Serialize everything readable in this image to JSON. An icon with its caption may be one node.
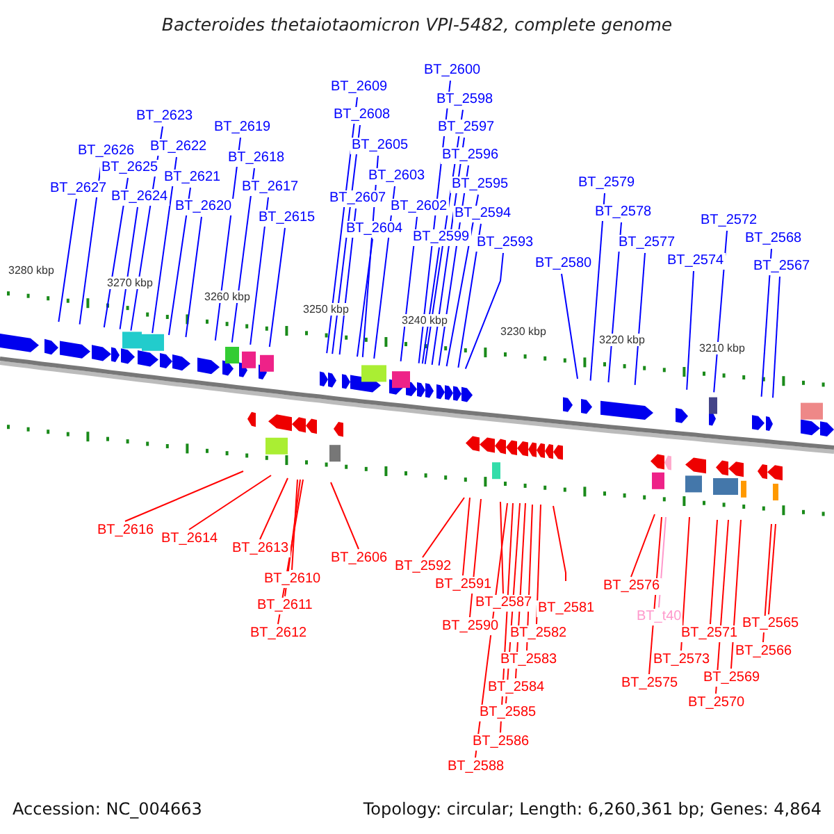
{
  "diagram": {
    "title": "Bacteroides thetaiotaomicron VPI-5482, complete genome",
    "nodes": [
      {
        "text": [
          "BT_2627"
        ]
      },
      {
        "text": [
          "BT_2626"
        ]
      },
      {
        "text": [
          "BT_2625"
        ]
      },
      {
        "text": [
          "BT_2624"
        ]
      },
      {
        "text": [
          "BT_2623"
        ]
      },
      {
        "text": [
          "BT_2622"
        ]
      },
      {
        "text": [
          "BT_2621"
        ]
      },
      {
        "text": [
          "BT_2620"
        ]
      },
      {
        "text": [
          "BT_2619"
        ]
      },
      {
        "text": [
          "BT_2618"
        ]
      },
      {
        "text": [
          "BT_2617"
        ]
      },
      {
        "text": [
          "BT_2615"
        ]
      },
      {
        "text": [
          "BT_2609"
        ]
      },
      {
        "text": [
          "BT_2608"
        ]
      },
      {
        "text": [
          "BT_2605"
        ]
      },
      {
        "text": [
          "BT_2607"
        ]
      },
      {
        "text": [
          "BT_2604"
        ]
      },
      {
        "text": [
          "BT_2603"
        ]
      },
      {
        "text": [
          "BT_2602"
        ]
      },
      {
        "text": [
          "BT_2600"
        ]
      },
      {
        "text": [
          "BT_2598"
        ]
      },
      {
        "text": [
          "BT_2597"
        ]
      },
      {
        "text": [
          "BT_2596"
        ]
      },
      {
        "text": [
          "BT_2595"
        ]
      },
      {
        "text": [
          "BT_2594"
        ]
      },
      {
        "text": [
          "BT_2599"
        ]
      },
      {
        "text": [
          "BT_2593"
        ]
      },
      {
        "text": [
          "BT_2580"
        ]
      },
      {
        "text": [
          "BT_2579"
        ]
      },
      {
        "text": [
          "BT_2578"
        ]
      },
      {
        "text": [
          "BT_2577"
        ]
      },
      {
        "text": [
          "BT_2574"
        ]
      },
      {
        "text": [
          "BT_2572"
        ]
      },
      {
        "text": [
          "BT_2568"
        ]
      },
      {
        "text": [
          "BT_2567"
        ]
      },
      {
        "text": [
          "BT_2616"
        ]
      },
      {
        "text": [
          "BT_2614"
        ]
      },
      {
        "text": [
          "BT_2613"
        ]
      },
      {
        "text": [
          "BT_2610"
        ]
      },
      {
        "text": [
          "BT_2611"
        ]
      },
      {
        "text": [
          "BT_2612"
        ]
      },
      {
        "text": [
          "BT_2606"
        ]
      },
      {
        "text": [
          "BT_2592"
        ]
      },
      {
        "text": [
          "BT_2591"
        ]
      },
      {
        "text": [
          "BT_2590"
        ]
      },
      {
        "text": [
          "BT_2587"
        ]
      },
      {
        "text": [
          "BT_2581"
        ]
      },
      {
        "text": [
          "BT_2582"
        ]
      },
      {
        "text": [
          "BT_2583"
        ]
      },
      {
        "text": [
          "BT_2584"
        ]
      },
      {
        "text": [
          "BT_2585"
        ]
      },
      {
        "text": [
          "BT_2586"
        ]
      },
      {
        "text": [
          "BT_2588"
        ]
      },
      {
        "text": [
          "BT_2576"
        ]
      },
      {
        "text": [
          "BT_t40"
        ]
      },
      {
        "text": [
          "BT_2575"
        ]
      },
      {
        "text": [
          "BT_2573"
        ]
      },
      {
        "text": [
          "BT_2571"
        ]
      },
      {
        "text": [
          "BT_2570"
        ]
      },
      {
        "text": [
          "BT_2569"
        ]
      },
      {
        "text": [
          "BT_2566"
        ]
      },
      {
        "text": [
          "BT_2565"
        ]
      }
    ],
    "edges": [
      {
        "from": 0,
        "to": null,
        "arrow": "none"
      },
      {
        "from": 1,
        "to": null,
        "arrow": "none"
      },
      {
        "from": 2,
        "to": null,
        "arrow": "none"
      },
      {
        "from": 3,
        "to": null,
        "arrow": "none"
      },
      {
        "from": 4,
        "to": null,
        "arrow": "none"
      },
      {
        "from": 5,
        "to": null,
        "arrow": "none"
      },
      {
        "from": 6,
        "to": null,
        "arrow": "none"
      },
      {
        "from": 7,
        "to": null,
        "arrow": "none"
      },
      {
        "from": 8,
        "to": null,
        "arrow": "none"
      },
      {
        "from": 9,
        "to": null,
        "arrow": "none"
      },
      {
        "from": 10,
        "to": null,
        "arrow": "none"
      },
      {
        "from": 11,
        "to": null,
        "arrow": "none"
      },
      {
        "from": 12,
        "to": null,
        "arrow": "none"
      },
      {
        "from": 13,
        "to": null,
        "arrow": "none"
      },
      {
        "from": 14,
        "to": null,
        "arrow": "none"
      },
      {
        "from": 15,
        "to": null,
        "arrow": "none"
      },
      {
        "from": 16,
        "to": null,
        "arrow": "none"
      },
      {
        "from": 17,
        "to": null,
        "arrow": "none"
      },
      {
        "from": 18,
        "to": null,
        "arrow": "none"
      },
      {
        "from": 19,
        "to": null,
        "arrow": "none"
      },
      {
        "from": 20,
        "to": null,
        "arrow": "none"
      },
      {
        "from": 21,
        "to": null,
        "arrow": "none"
      },
      {
        "from": 22,
        "to": null,
        "arrow": "none"
      },
      {
        "from": 23,
        "to": null,
        "arrow": "none"
      },
      {
        "from": 24,
        "to": null,
        "arrow": "none"
      },
      {
        "from": 25,
        "to": null,
        "arrow": "none"
      },
      {
        "from": 26,
        "to": null,
        "arrow": "none"
      },
      {
        "from": 27,
        "to": null,
        "arrow": "none"
      },
      {
        "from": 28,
        "to": null,
        "arrow": "none"
      },
      {
        "from": 29,
        "to": null,
        "arrow": "none"
      },
      {
        "from": 30,
        "to": null,
        "arrow": "none"
      },
      {
        "from": 31,
        "to": null,
        "arrow": "none"
      },
      {
        "from": 32,
        "to": null,
        "arrow": "none"
      },
      {
        "from": 33,
        "to": null,
        "arrow": "none"
      },
      {
        "from": 34,
        "to": null,
        "arrow": "none"
      },
      {
        "from": 35,
        "to": null,
        "arrow": "none",
        "color": "#ff0000"
      },
      {
        "from": 36,
        "to": null,
        "arrow": "none",
        "color": "#ff0000"
      },
      {
        "from": 37,
        "to": null,
        "arrow": "none",
        "color": "#ff0000"
      },
      {
        "from": 38,
        "to": null,
        "arrow": "none",
        "color": "#ff0000"
      },
      {
        "from": 39,
        "to": null,
        "arrow": "none",
        "color": "#ff0000"
      },
      {
        "from": 40,
        "to": null,
        "arrow": "none",
        "color": "#ff0000"
      },
      {
        "from": 41,
        "to": null,
        "arrow": "none",
        "color": "#ff0000"
      },
      {
        "from": 42,
        "to": null,
        "arrow": "none",
        "color": "#ff0000"
      },
      {
        "from": 43,
        "to": null,
        "arrow": "none",
        "color": "#ff0000"
      },
      {
        "from": 44,
        "to": null,
        "arrow": "none",
        "color": "#ff0000"
      },
      {
        "from": 45,
        "to": null,
        "arrow": "none",
        "color": "#ff0000"
      },
      {
        "from": 46,
        "to": null,
        "arrow": "none",
        "color": "#ff0000"
      },
      {
        "from": 47,
        "to": null,
        "arrow": "none",
        "color": "#ff0000"
      },
      {
        "from": 48,
        "to": null,
        "arrow": "none",
        "color": "#ff0000"
      },
      {
        "from": 49,
        "to": null,
        "arrow": "none",
        "color": "#ff0000"
      },
      {
        "from": 50,
        "to": null,
        "arrow": "none",
        "color": "#ff0000"
      },
      {
        "from": 51,
        "to": null,
        "arrow": "none",
        "color": "#ff0000"
      },
      {
        "from": 52,
        "to": null,
        "arrow": "none",
        "color": "#ff0000"
      },
      {
        "from": 53,
        "to": null,
        "arrow": "none",
        "color": "#ff0000"
      },
      {
        "from": 54,
        "to": null,
        "arrow": "none",
        "color": "#ff99cc"
      },
      {
        "from": 55,
        "to": null,
        "arrow": "none",
        "color": "#ff0000"
      },
      {
        "from": 56,
        "to": null,
        "arrow": "none",
        "color": "#ff0000"
      },
      {
        "from": 57,
        "to": null,
        "arrow": "none",
        "color": "#ff0000"
      },
      {
        "from": 58,
        "to": null,
        "arrow": "none",
        "color": "#ff0000"
      },
      {
        "from": 59,
        "to": null,
        "arrow": "none",
        "color": "#ff0000"
      },
      {
        "from": 60,
        "to": null,
        "arrow": "none",
        "color": "#ff0000"
      },
      {
        "from": 61,
        "to": null,
        "arrow": "none",
        "color": "#ff0000"
      }
    ],
    "labels": [
      "3280 kbp",
      "3270 kbp",
      "3260 kbp",
      "3250 kbp",
      "3240 kbp",
      "3230 kbp",
      "3220 kbp",
      "3210 kbp",
      "Accession: NC_004663",
      "Topology: circular; Length: 6,260,361 bp; Genes: 4,864"
    ]
  }
}
